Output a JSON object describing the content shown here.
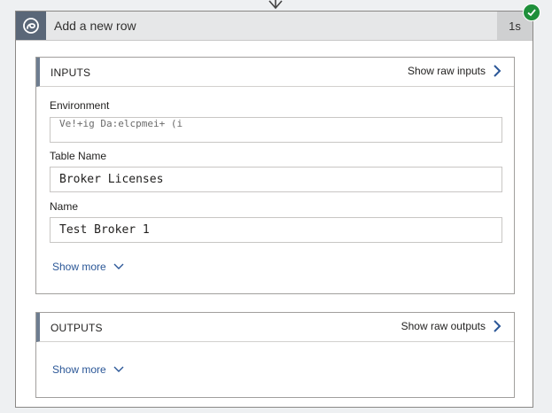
{
  "card": {
    "title": "Add a new row",
    "duration": "1s",
    "status": "succeeded",
    "accent": "#1e8f3a"
  },
  "inputs": {
    "header": "INPUTS",
    "raw_link": "Show raw inputs",
    "fields": [
      {
        "label": "Environment",
        "value": "Ve!+ig Da:elcpmei+ (i"
      },
      {
        "label": "Table Name",
        "value": "Broker Licenses"
      },
      {
        "label": "Name",
        "value": "Test Broker 1"
      }
    ],
    "show_more": "Show more"
  },
  "outputs": {
    "header": "OUTPUTS",
    "raw_link": "Show raw outputs",
    "show_more": "Show more"
  }
}
